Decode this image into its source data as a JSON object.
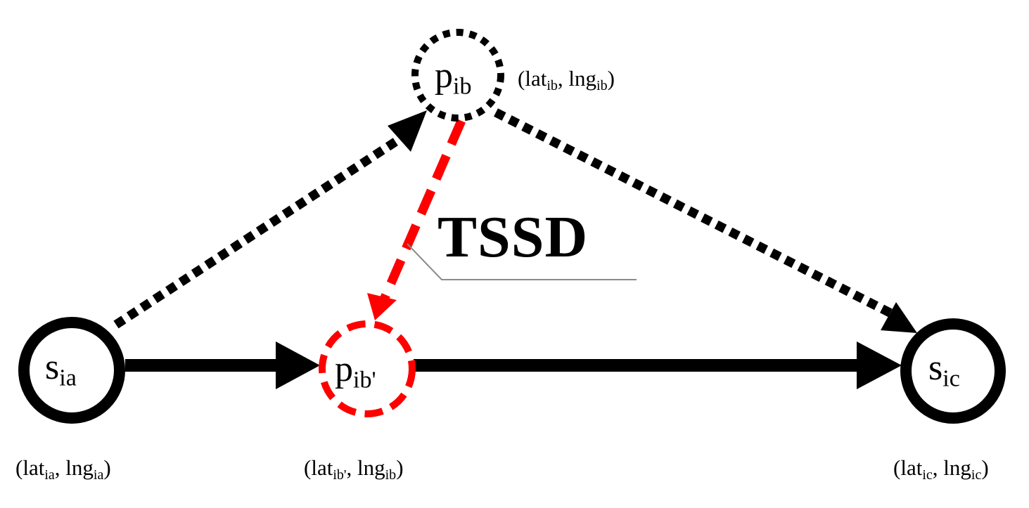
{
  "nodes": {
    "sia": {
      "main": "s",
      "sub": "ia"
    },
    "pib": {
      "main": "p",
      "sub": "ib"
    },
    "pibp": {
      "main": "p",
      "sub": "ib'"
    },
    "sic": {
      "main": "s",
      "sub": "ic"
    }
  },
  "coords": {
    "sia": {
      "lat": "lat",
      "lat_sub": "ia",
      "lng": "lng",
      "lng_sub": "ia"
    },
    "pib": {
      "lat": "lat",
      "lat_sub": "ib",
      "lng": "lng",
      "lng_sub": "ib"
    },
    "pibp": {
      "lat": "lat",
      "lat_sub": "ib'",
      "lng": "lng",
      "lng_sub": "ib"
    },
    "sic": {
      "lat": "lat",
      "lat_sub": "ic",
      "lng": "lng",
      "lng_sub": "ic"
    }
  },
  "annotation": {
    "text": "TSSD"
  },
  "colors": {
    "ink": "#000000",
    "highlight": "#ff0000",
    "leader": "#8a8a8a"
  }
}
